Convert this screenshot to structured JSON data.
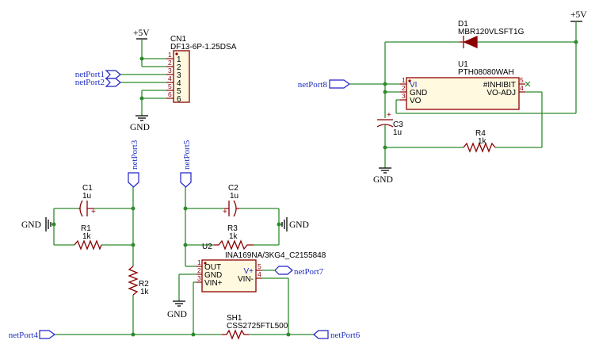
{
  "power": {
    "v5": "+5V",
    "gnd": "GND"
  },
  "ports": {
    "p1": "netPort1",
    "p2": "netPort2",
    "p3": "netPort3",
    "p4": "netPort4",
    "p5": "netPort5",
    "p6": "netPort6",
    "p7": "netPort7",
    "p8": "netPort8"
  },
  "cn1": {
    "ref": "CN1",
    "value": "DF13-6P-1.25DSA",
    "pins": [
      "1",
      "2",
      "3",
      "4",
      "5",
      "6"
    ]
  },
  "d1": {
    "ref": "D1",
    "value": "MBR120VLSFT1G"
  },
  "u1": {
    "ref": "U1",
    "value": "PTH08080WAH",
    "pins_left": [
      {
        "num": "1",
        "name": "VI"
      },
      {
        "num": "2",
        "name": "GND"
      },
      {
        "num": "3",
        "name": "VO"
      }
    ],
    "pins_right": [
      {
        "num": "5",
        "name": "#INHIBIT"
      },
      {
        "num": "4",
        "name": "VO-ADJ"
      }
    ]
  },
  "c3": {
    "ref": "C3",
    "value": "1u",
    "plus": "+"
  },
  "r4": {
    "ref": "R4",
    "value": "1k"
  },
  "c1": {
    "ref": "C1",
    "value": "1u",
    "plus": "+"
  },
  "r1": {
    "ref": "R1",
    "value": "1k"
  },
  "r2": {
    "ref": "R2",
    "value": "1k"
  },
  "c2": {
    "ref": "C2",
    "value": "1u",
    "plus": "+"
  },
  "r3": {
    "ref": "R3",
    "value": "1k"
  },
  "u2": {
    "ref": "U2",
    "value": "INA169NA/3KG4_C2155848",
    "pins_left": [
      {
        "num": "1",
        "name": "OUT"
      },
      {
        "num": "2",
        "name": "GND"
      },
      {
        "num": "3",
        "name": "VIN+"
      }
    ],
    "pins_right": [
      {
        "num": "5",
        "name": "V+"
      },
      {
        "num": "4",
        "name": "VIN-"
      }
    ]
  },
  "sh1": {
    "ref": "SH1",
    "value": "CSS2725FTL500"
  },
  "colors": {
    "wire": "#2e8b2e",
    "symbol": "#8b0000",
    "net": "#1f2ebf",
    "body": "#fff9e0"
  }
}
